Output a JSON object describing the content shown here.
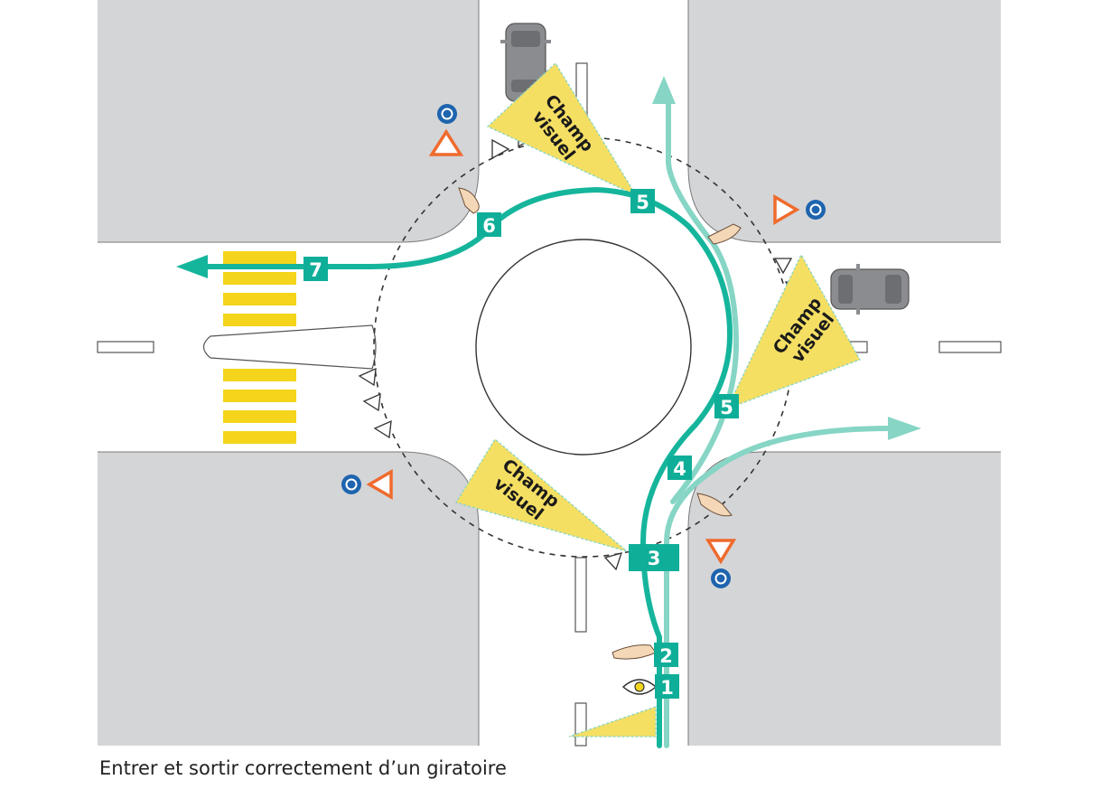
{
  "caption": "Entrer et sortir correctement d’un giratoire",
  "field_of_view_label": {
    "line1": "Champ",
    "line2": "visuel"
  },
  "steps": {
    "s1": "1",
    "s2": "2",
    "s3": "3",
    "s4": "4",
    "s5a": "5",
    "s5b": "5",
    "s6": "6",
    "s7": "7"
  },
  "colors": {
    "road_block": "#d4d5d7",
    "path_main": "#15b59c",
    "path_light": "#86d5c5",
    "step_box": "#0fae98",
    "field_of_view": "#f5df63",
    "crosswalk": "#f4d51b",
    "yield_sign": "#ef6b2d",
    "roundabout_sign": "#1e64ae",
    "car": "#8b8c8f"
  }
}
